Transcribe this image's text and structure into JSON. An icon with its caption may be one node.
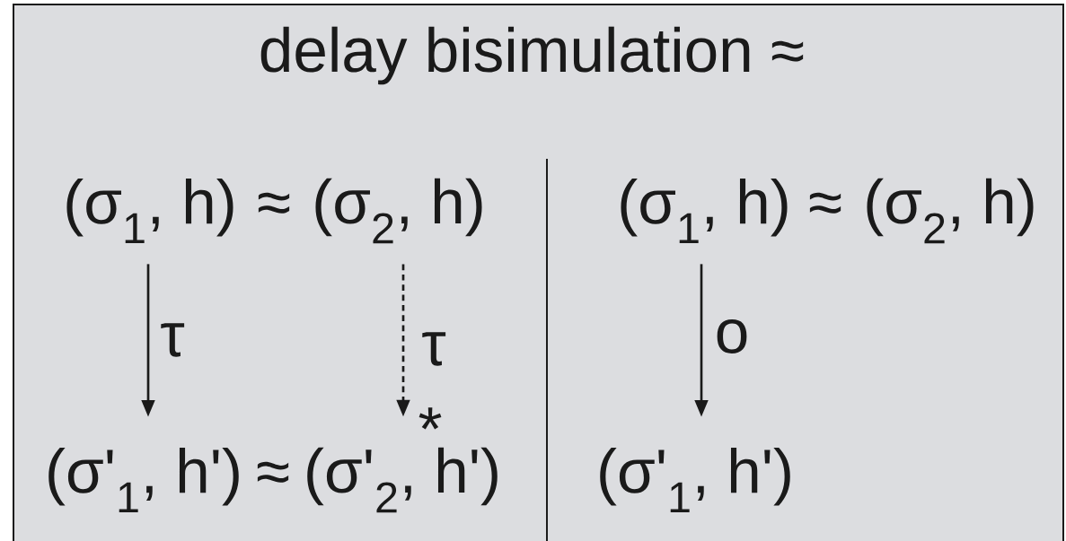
{
  "diagram": {
    "nodes": [
      {
        "text": [
          "delay bisimulation ≈"
        ]
      },
      {
        "text": [
          "(σ$_{1}$, h)"
        ],
        "in": 0
      },
      {
        "text": [
          "(σ$_{2}$, h)"
        ],
        "in": 0
      },
      {
        "text": [
          "(σ'$_{1}$, h')"
        ],
        "in": 0
      },
      {
        "text": [
          "(σ'$_{2}$, h')"
        ],
        "in": 0
      },
      {
        "text": [
          "(σ$_{1}$, h)"
        ],
        "in": 0
      },
      {
        "text": [
          "(σ$_{2}$, h)"
        ],
        "in": 0
      },
      {
        "text": [
          "(σ'$_{1}$, h')"
        ],
        "in": 0
      }
    ],
    "edges": [
      {
        "from": 1,
        "to": 3,
        "arrow": "to",
        "label": "τ"
      },
      {
        "from": 2,
        "to": 4,
        "arrow": "to",
        "label": "τ",
        "style": "dashed"
      },
      {
        "from": 5,
        "to": 7,
        "arrow": "to",
        "label": "o"
      }
    ],
    "labels": [
      "≈",
      "≈",
      "*",
      "≈"
    ]
  }
}
